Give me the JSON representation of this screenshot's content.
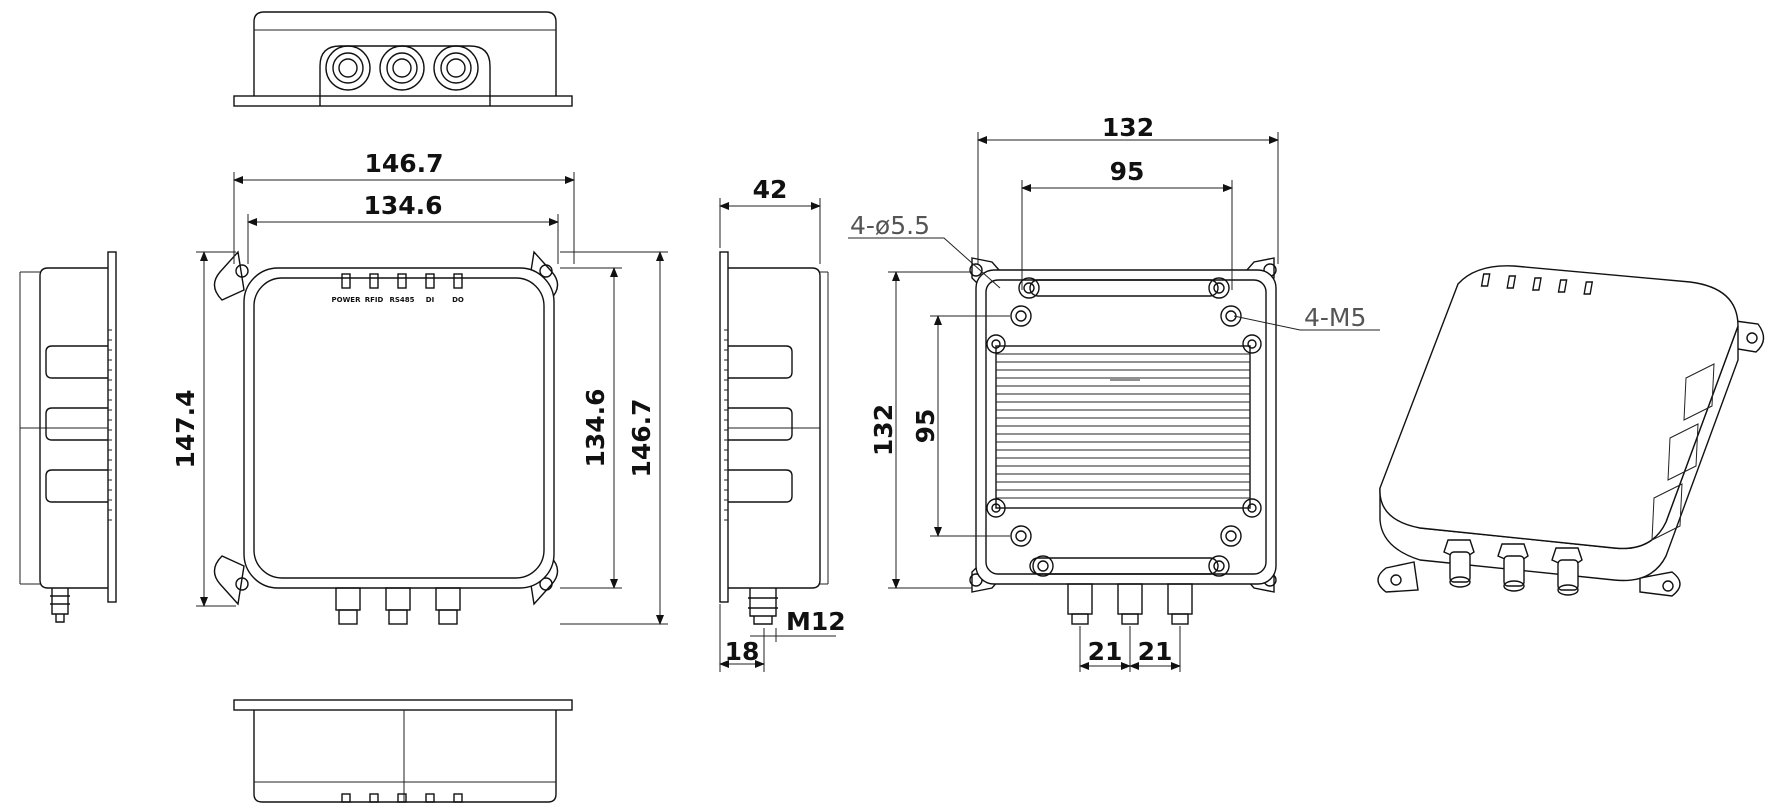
{
  "dimensions": {
    "front_width_outer": "146.7",
    "front_width_inner": "134.6",
    "front_height_left": "147.4",
    "front_height_inner": "134.6",
    "front_height_outer": "146.7",
    "side_depth": "42",
    "connector_offset": "18",
    "connector_thread": "M12",
    "rear_width_outer": "132",
    "rear_width_inner": "95",
    "rear_height_outer": "132",
    "rear_height_inner": "95",
    "connector_pitch_1": "21",
    "connector_pitch_2": "21"
  },
  "annotations": {
    "mount_holes": "4-ø5.5",
    "threaded_holes": "4-M5"
  },
  "leds": [
    "POWER",
    "RFID",
    "RS485",
    "DI",
    "DO"
  ]
}
